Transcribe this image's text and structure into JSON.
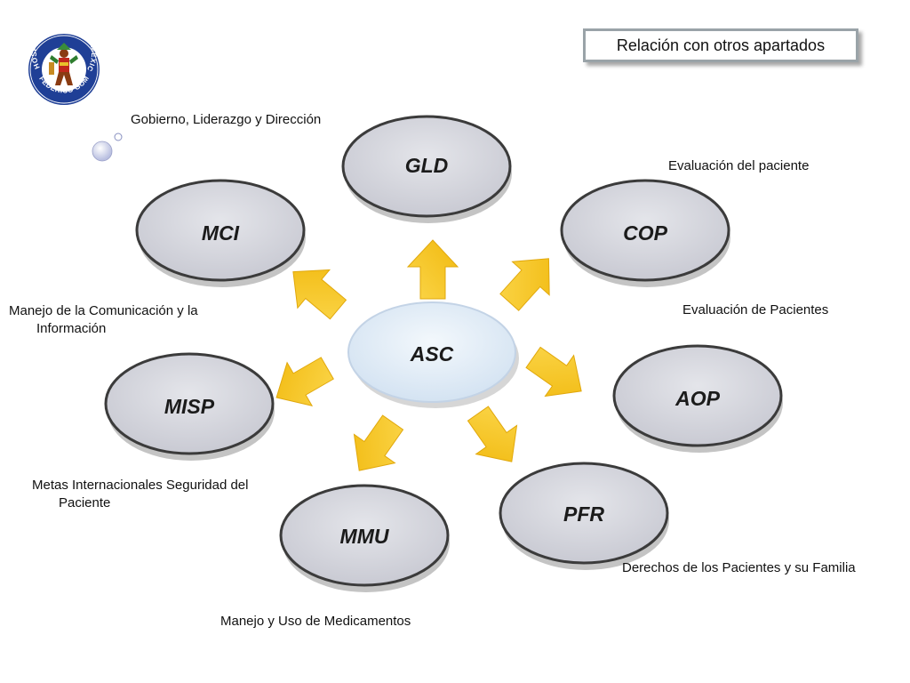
{
  "title": "Relación con otros apartados",
  "logo": {
    "ring_text_top": "HOSPITAL INFANTIL DE MEXICO",
    "ring_text_bottom": "FEDERICO GOMEZ"
  },
  "center": {
    "label": "ASC",
    "fill": "#e4eef8"
  },
  "nodes": [
    {
      "id": "gld",
      "label": "GLD"
    },
    {
      "id": "cop",
      "label": "COP"
    },
    {
      "id": "aop",
      "label": "AOP"
    },
    {
      "id": "pfr",
      "label": "PFR"
    },
    {
      "id": "mmu",
      "label": "MMU"
    },
    {
      "id": "misp",
      "label": "MISP"
    },
    {
      "id": "mci",
      "label": "MCI"
    }
  ],
  "descriptions": {
    "gld": "Gobierno, Liderazgo y Dirección",
    "cop": "Evaluación del paciente",
    "aop": "Evaluación de Pacientes",
    "pfr": "Derechos de los Pacientes  y su Familia",
    "mmu": "Manejo y Uso de Medicamentos",
    "misp_line1": "Metas Internacionales Seguridad del",
    "misp_line2": "Paciente",
    "mci_line1": "Manejo de la Comunicación y la",
    "mci_line2": "Información"
  },
  "colors": {
    "node_fill": "#d6d7de",
    "arrow": "#f7c51f",
    "seal_blue": "#1f3f96"
  }
}
